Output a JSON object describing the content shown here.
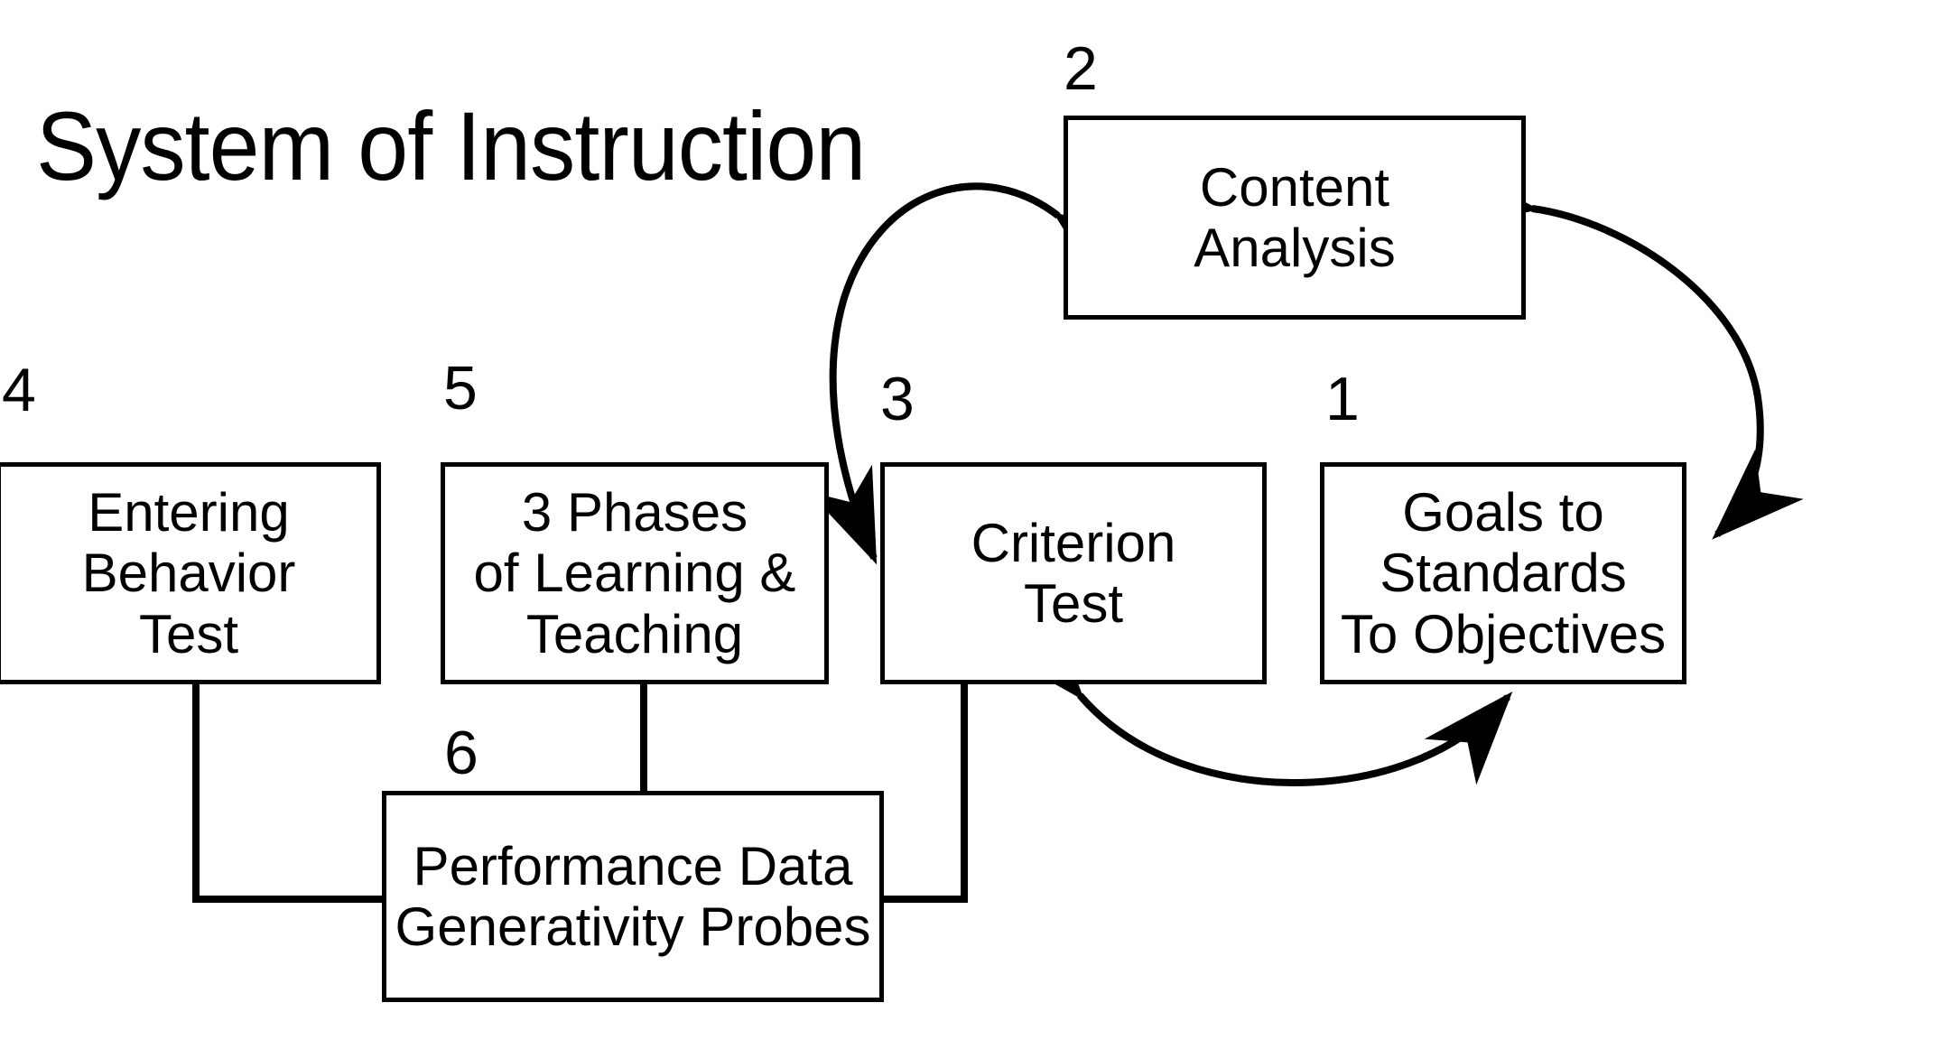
{
  "title": "System of Instruction",
  "colors": {
    "stroke": "#000000",
    "background": "#ffffff",
    "text": "#000000"
  },
  "nodes": [
    {
      "id": "goals",
      "tag": "1",
      "lines": [
        "Goals to",
        "Standards",
        "To Objectives"
      ]
    },
    {
      "id": "content-analysis",
      "tag": "2",
      "lines": [
        "Content",
        "Analysis"
      ]
    },
    {
      "id": "criterion",
      "tag": "3",
      "lines": [
        "Criterion",
        "Test"
      ]
    },
    {
      "id": "entering",
      "tag": "4",
      "lines": [
        "Entering",
        "Behavior",
        "Test"
      ]
    },
    {
      "id": "phases",
      "tag": "5",
      "lines": [
        "3 Phases",
        "of Learning  &",
        "Teaching"
      ]
    },
    {
      "id": "performance",
      "tag": "6",
      "lines": [
        "Performance Data",
        "Generativity Probes"
      ]
    }
  ],
  "edges": [
    {
      "id": "goals-to-content-analysis",
      "style": "curved",
      "arrows": "both",
      "from": "goals",
      "to": "content-analysis"
    },
    {
      "id": "criterion-to-content-analysis",
      "style": "curved",
      "arrows": "both",
      "from": "criterion",
      "to": "content-analysis"
    },
    {
      "id": "criterion-to-goals",
      "style": "curved",
      "arrows": "both",
      "from": "criterion",
      "to": "goals"
    },
    {
      "id": "entering-to-performance",
      "style": "orthogonal",
      "arrows": "none",
      "from": "entering",
      "to": "performance"
    },
    {
      "id": "phases-to-performance",
      "style": "orthogonal",
      "arrows": "none",
      "from": "phases",
      "to": "performance"
    },
    {
      "id": "criterion-to-performance",
      "style": "orthogonal",
      "arrows": "none",
      "from": "criterion",
      "to": "performance"
    }
  ]
}
